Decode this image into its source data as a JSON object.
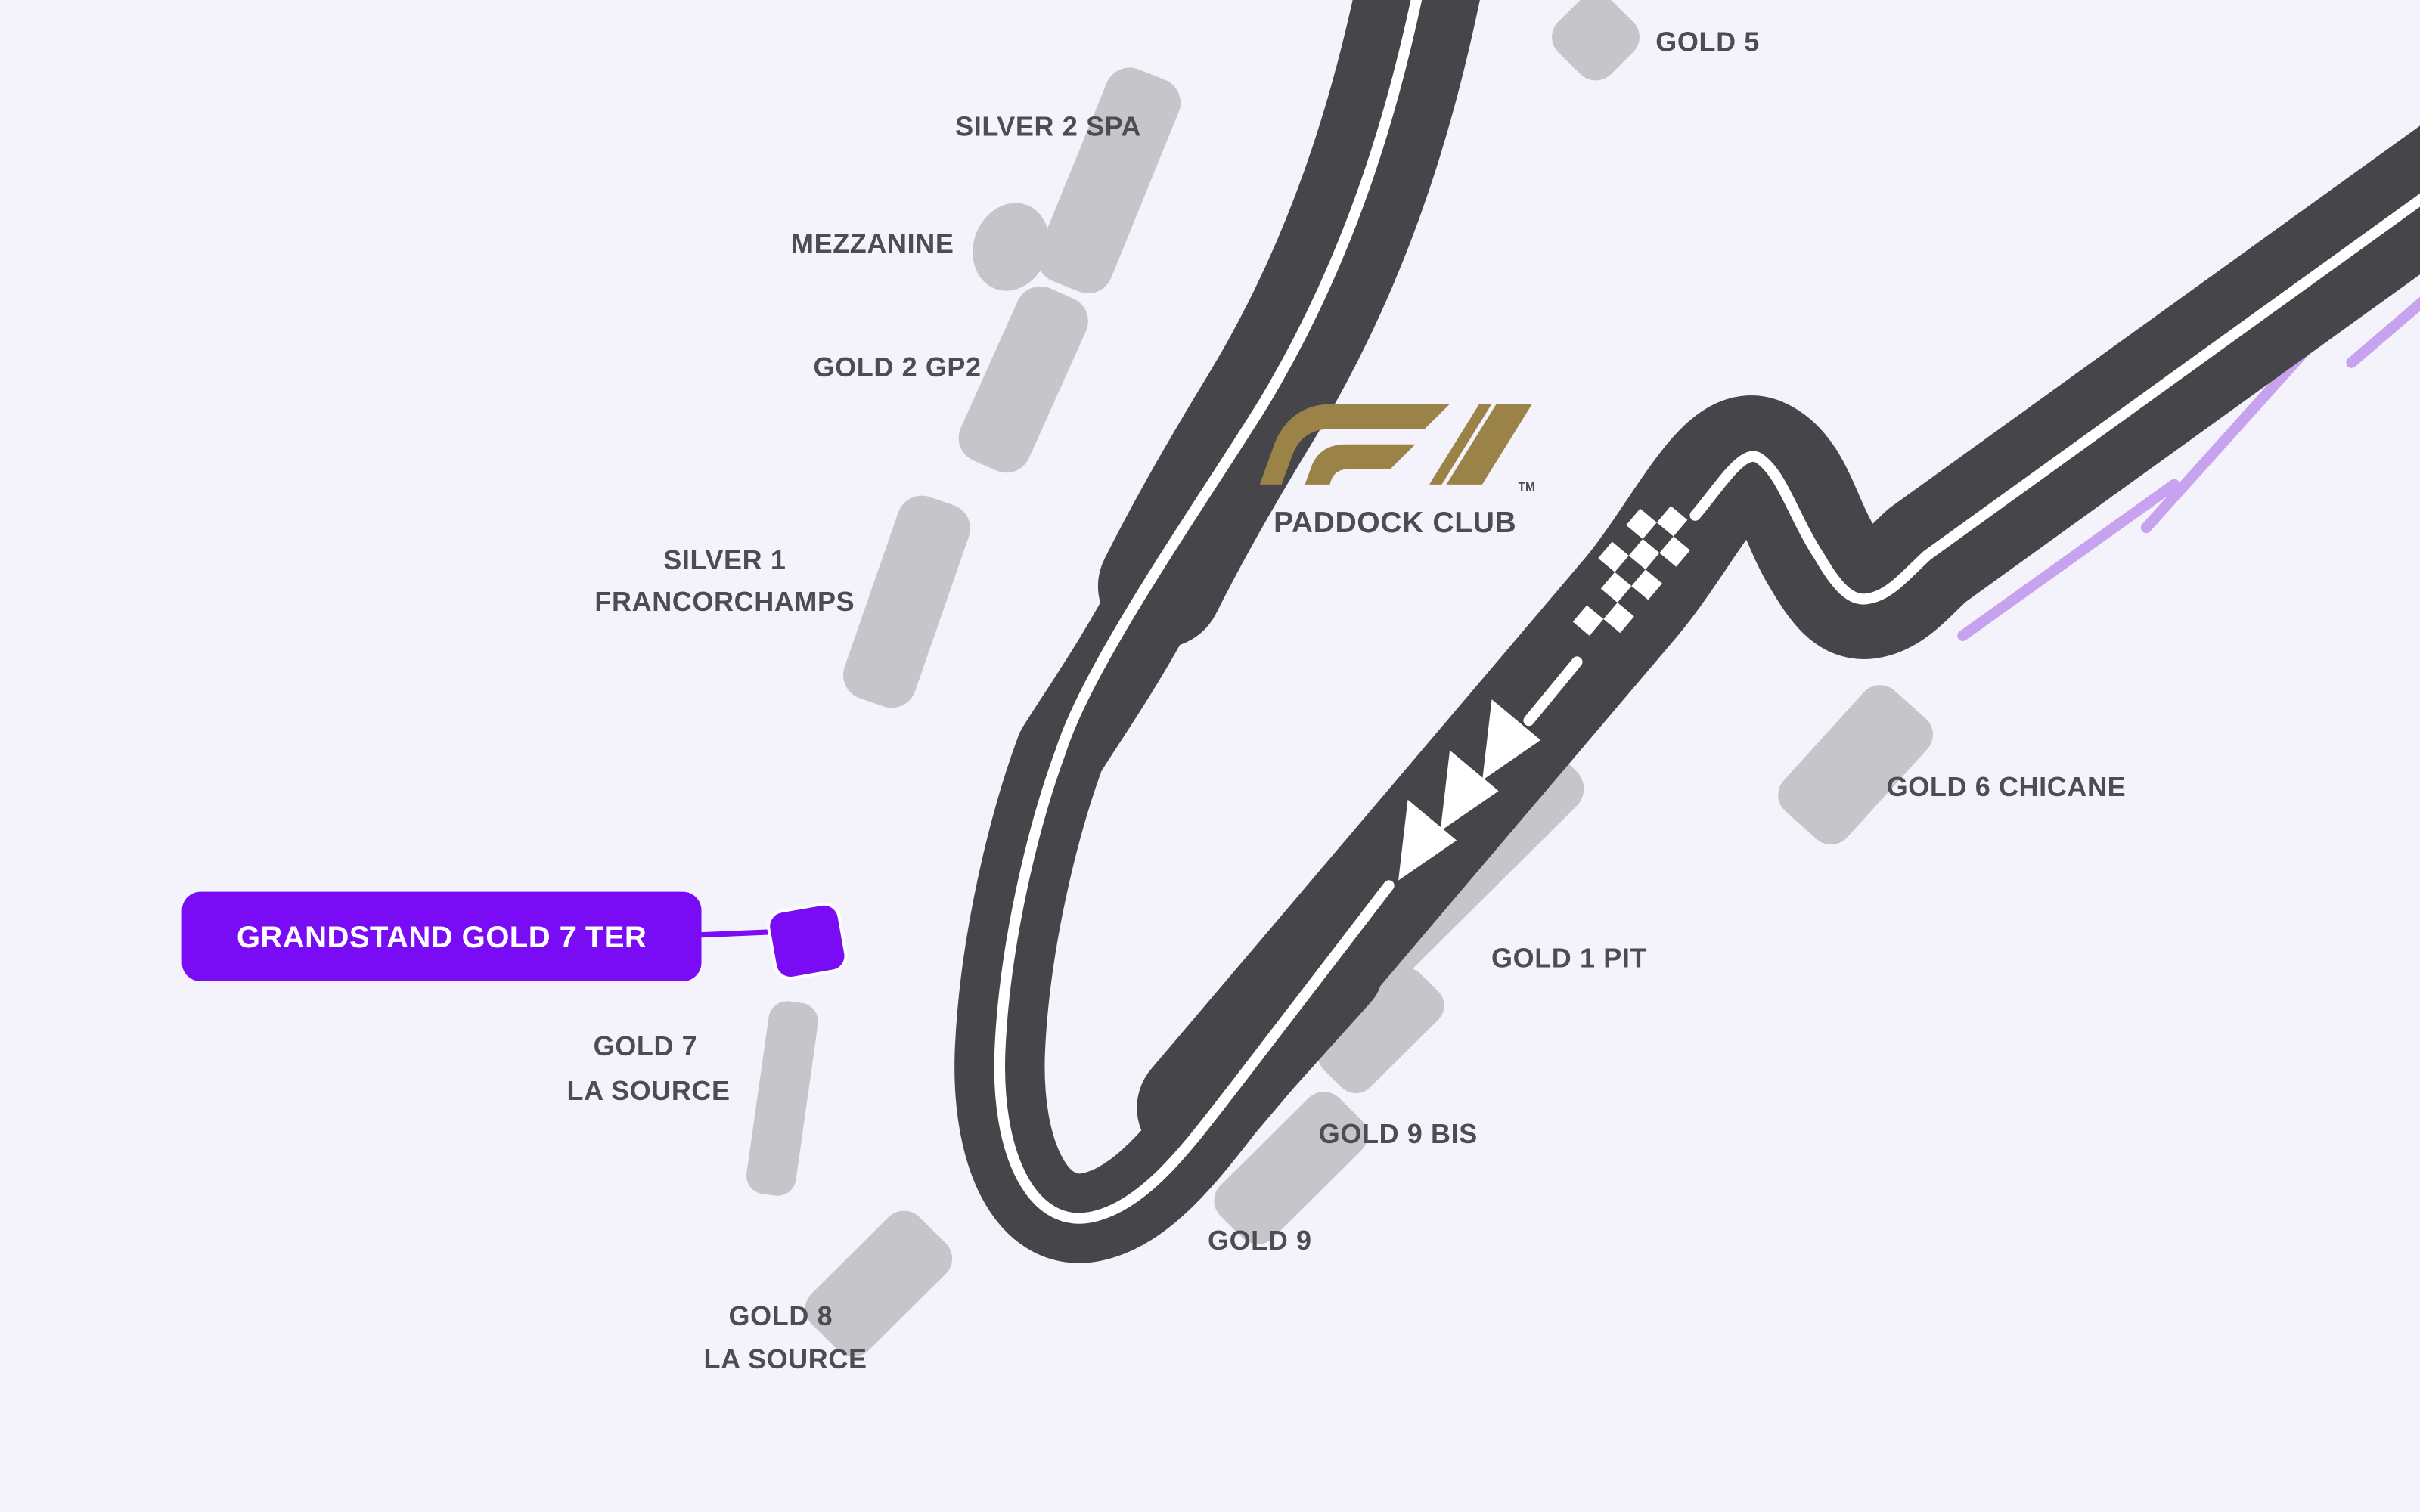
{
  "colors": {
    "background": "#f4f2fb",
    "track": "#464549",
    "grandstand": "#c6c5ca",
    "label_text": "#4d4c52",
    "accent_purple": "#7a0bf5",
    "decorative_purple": "#c7a2ef",
    "logo_gold": "#9b8348",
    "line_white": "#ffffff"
  },
  "logo": {
    "trademark": "TM",
    "caption": "PADDOCK CLUB"
  },
  "tooltip": {
    "text": "GRANDSTAND GOLD 7 TER"
  },
  "labels": {
    "gold5": {
      "line1": "GOLD 5"
    },
    "silver2spa": {
      "line1": "SILVER 2 SPA"
    },
    "mezzanine": {
      "line1": "MEZZANINE"
    },
    "gold2gp2": {
      "line1": "GOLD 2 GP2"
    },
    "silver1": {
      "line1": "SILVER 1",
      "line2": "FRANCORCHAMPS"
    },
    "gold6": {
      "line1": "GOLD 6 CHICANE"
    },
    "gold1pit": {
      "line1": "GOLD 1 PIT"
    },
    "gold9bis": {
      "line1": "GOLD 9 BIS"
    },
    "gold9": {
      "line1": "GOLD 9"
    },
    "gold7": {
      "line1": "GOLD 7",
      "line2": "LA SOURCE"
    },
    "gold8": {
      "line1": "GOLD 8",
      "line2": "LA SOURCE"
    }
  }
}
